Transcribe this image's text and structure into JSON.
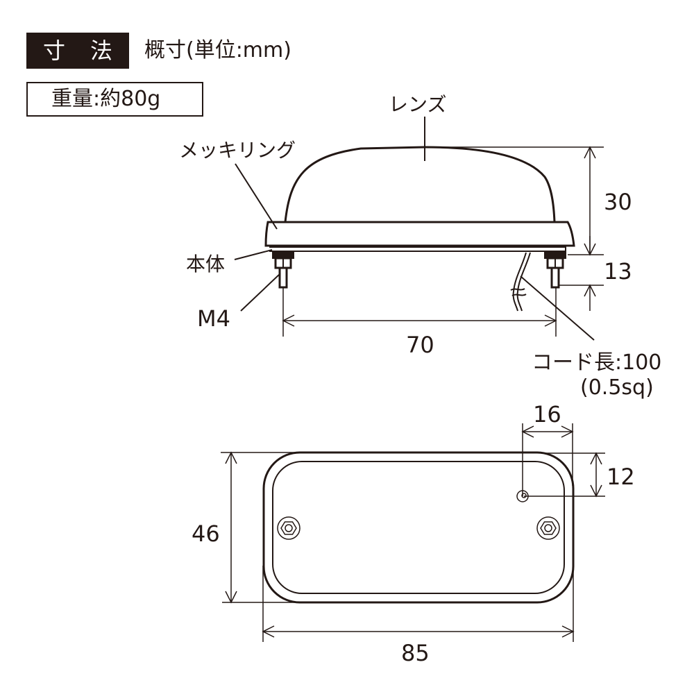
{
  "header": {
    "badge_char_1": "寸",
    "badge_char_2": "法",
    "subtitle": "概寸(単位:mm)",
    "weight": "重量:約80g"
  },
  "side_view": {
    "lens_label": "レンズ",
    "plated_ring_label": "メッキリング",
    "body_label": "本体",
    "bolt_label": "M4",
    "height_lens": "30",
    "height_bolt": "13",
    "bolt_spacing": "70",
    "cord_label": "コード長:100",
    "cord_spec": "(0.5sq)"
  },
  "top_view": {
    "height": "46",
    "width": "85",
    "cord_offset_x": "16",
    "cord_offset_y": "12"
  },
  "colors": {
    "line": "#231815",
    "background": "#ffffff"
  }
}
